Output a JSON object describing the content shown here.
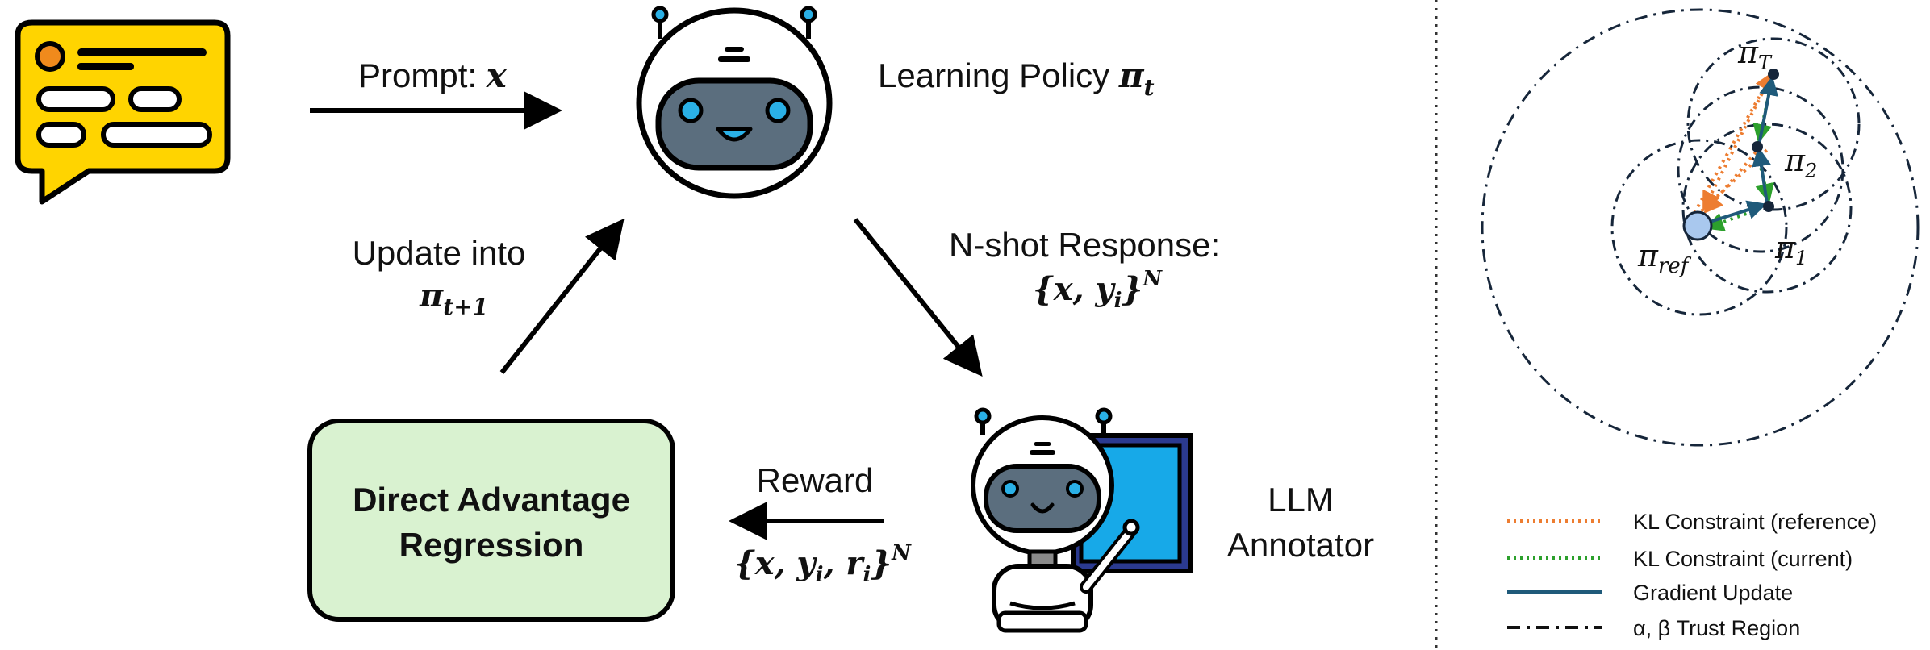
{
  "left": {
    "prompt_label": "Prompt: ",
    "prompt_var": "x",
    "policy_label": "Learning Policy ",
    "policy_sym": "π",
    "policy_sub": "t",
    "nshot_label": "N-shot Response:",
    "nshot_set": "{x, y",
    "nshot_sub": "i",
    "nshot_close": "}",
    "nshot_sup": "N",
    "update_label": "Update into",
    "update_sym": "π",
    "update_sub": "t+1",
    "dar_line1": "Direct Advantage",
    "dar_line2": "Regression",
    "reward_label": "Reward",
    "reward_set_a": "{x, y",
    "reward_sub_i": "i",
    "reward_set_b": ", r",
    "reward_sub_i2": "i",
    "reward_close": "}",
    "reward_sup": "N",
    "annotator_line1": "LLM",
    "annotator_line2": "Annotator"
  },
  "right": {
    "pi_T": "π",
    "pi_T_sub": "T",
    "pi_2": "π",
    "pi_2_sub": "2",
    "pi_1": "π",
    "pi_1_sub": "1",
    "pi_ref": "π",
    "pi_ref_sub": "ref"
  },
  "legend": [
    {
      "label": "KL Constraint (reference)",
      "color": "#ED7D31",
      "style": "dotted"
    },
    {
      "label": "KL Constraint (current)",
      "color": "#2CA02C",
      "style": "dotted"
    },
    {
      "label": "Gradient Update",
      "color": "#1F5A7A",
      "style": "solid"
    },
    {
      "label": "α, β Trust Region",
      "color": "#111111",
      "style": "dashdot"
    }
  ],
  "colors": {
    "dar_fill": "#D9F2D0",
    "robot_face": "#5B6E7E",
    "robot_eyes": "#2AB0E6",
    "chat_bubble": "#FFD400",
    "board_fill": "#17A9E8",
    "board_frame": "#2B3A8F",
    "circle_stroke": "#16263A",
    "point_ref": "#A9C8EE"
  }
}
